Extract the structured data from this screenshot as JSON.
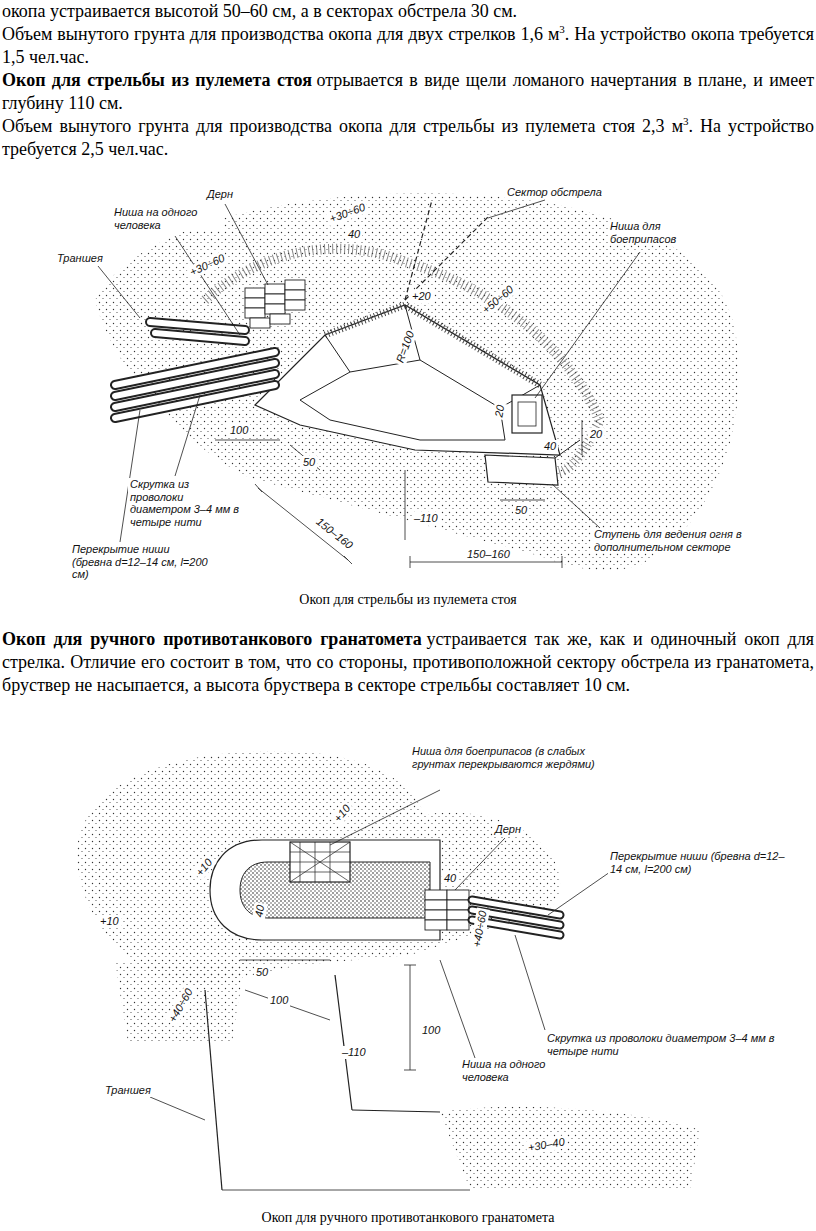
{
  "diagram": {
    "labels": [
      "окопа устраивается высотой 50–60 см, а в секторах обстрела 30 см.",
      "Объем вынутого грунта для производства окопа для двух стрелков 1,6 м",
      "3",
      ". На устройство окопа требуется 1,5 чел.час.",
      "Окоп для стрельбы из пулемета стоя",
      "отрывается в виде щели ломаного начертания в плане, и имеет глубину 110 см.",
      "Объем вынутого грунта для производства окопа для стрельбы из пулемета стоя 2,3 м",
      "3",
      ". На устройство требуется 2,5 чел.час.",
      "Дерн",
      "Ниша на одного человека",
      "Траншея",
      "+30÷60",
      "+30÷60",
      "40",
      "Сектор обстрела",
      "Ниша для боеприпасов",
      "+20",
      "R=100",
      "+50÷60",
      "20",
      "40",
      "20",
      "100",
      "50",
      "Скрутка из проволоки диаметром 3–4 мм в четыре нити",
      "150–160",
      "–110",
      "50",
      "150–160",
      "Перекрытие ниши (бревна d=12–14 см, l=200 см)",
      "Ступень для ведения огня в дополнительном секторе",
      "Окоп для стрельбы из пулемета стоя",
      "Окоп для ручного противотанкового гранатомета",
      "устраивается так же, как и одиночный окоп для стрелка. Отличие его состоит в том, что со стороны, противоположной сектору обстрела из гранатомета, бруствер не насыпается, а высота бруствера в секторе стрельбы составляет 10 см.",
      "Ниша для боеприпасов (в слабых грунтах перекрываются жердями)",
      "Дерн",
      "Перекрытие ниши (бревна d=12–14 см, l=200 см)",
      "+10",
      "+10",
      "+10",
      "40",
      "+40÷60",
      "40",
      "50",
      "100",
      "+40÷60",
      "–110",
      "100",
      "Скрутка из проволоки диаметром 3–4 мм в четыре нити",
      "Ниша на одного человека",
      "Траншея",
      "+30–40",
      "Окоп для ручного противотанкового гранатомета"
    ]
  }
}
